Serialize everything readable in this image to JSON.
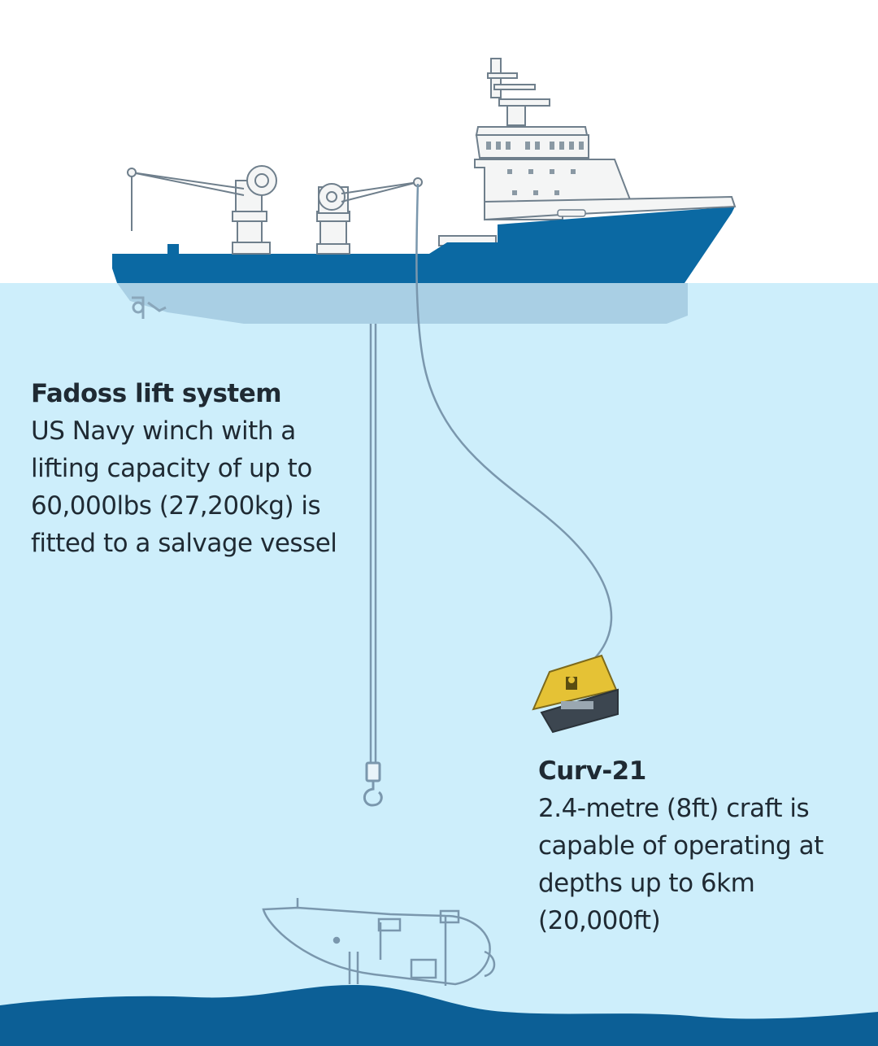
{
  "callouts": {
    "lift_system": {
      "title": "Fadoss lift system",
      "lines": [
        "US Navy winch with a",
        "lifting capacity of up to",
        "60,000lbs (27,200kg) is",
        "fitted to a salvage vessel"
      ]
    },
    "rov": {
      "title": "Curv-21",
      "lines": [
        "2.4-metre (8ft) craft is",
        "capable of operating at",
        "depths up to 6km",
        "(20,000ft)"
      ]
    }
  },
  "colors": {
    "sky": "#ffffff",
    "water": "#cdeefb",
    "hull": "#0b69a3",
    "hull_submerged": "#a9cfe4",
    "seabed": "#0c5f96",
    "superstructure": "#f4f5f5",
    "rov_body": "#e5c235",
    "line": "#7a97ad",
    "text": "#1f2a33"
  }
}
